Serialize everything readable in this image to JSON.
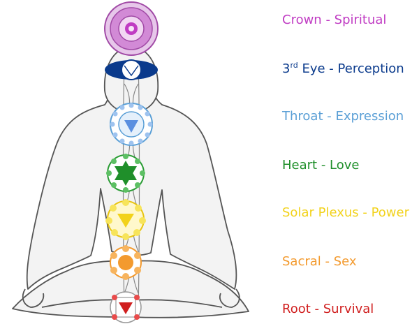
{
  "chakras": [
    {
      "id": "crown",
      "label": "Crown - Spiritual",
      "color": "#c03cc3"
    },
    {
      "id": "third-eye",
      "label_prefix": "3",
      "label_sup": "rd",
      "label_rest": " Eye - Perception",
      "color": "#0a3a8c"
    },
    {
      "id": "throat",
      "label": "Throat - Expression",
      "color": "#5a9fd6"
    },
    {
      "id": "heart",
      "label": "Heart - Love",
      "color": "#1f8f2a"
    },
    {
      "id": "solar",
      "label": "Solar Plexus - Power",
      "color": "#f2d21a"
    },
    {
      "id": "sacral",
      "label": "Sacral - Sex",
      "color": "#f39a2e"
    },
    {
      "id": "root",
      "label": "Root - Survival",
      "color": "#d01f1f"
    }
  ],
  "figure_outline_color": "#5a5a5a",
  "body_fill_color": "#f3f3f3"
}
